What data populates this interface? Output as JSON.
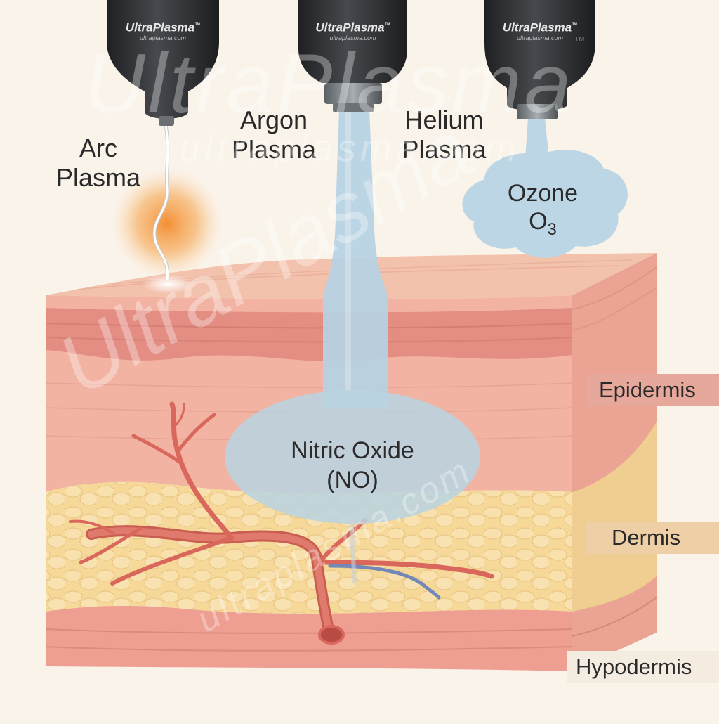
{
  "handpieces": {
    "brand_name": "UltraPlasma",
    "brand_tm": "™",
    "brand_url": "ultraplasma.com"
  },
  "plasma_labels": {
    "arc_line1": "Arc",
    "arc_line2": "Plasma",
    "argon_line1": "Argon",
    "argon_line2": "Plasma",
    "helium_line1": "Helium",
    "helium_line2": "Plasma"
  },
  "ozone": {
    "line1": "Ozone",
    "line2_base": "O",
    "line2_sub": "3"
  },
  "nitric_oxide": {
    "line1": "Nitric Oxide",
    "line2": "(NO)"
  },
  "layers": {
    "epidermis": "Epidermis",
    "dermis": "Dermis",
    "hypodermis": "Hypodermis"
  },
  "watermark": {
    "big": "UltraPlasma",
    "tm": "™",
    "url": "ultraplasma.com"
  },
  "colors": {
    "background": "#faf3ea",
    "skin_top": "#f3c2ad",
    "epidermis": "#eea596",
    "dermis_fat": "#f6d898",
    "vessel": "#d9675c",
    "plasma_blue": "#b6d3e4",
    "arc_glow": "#f39a3a",
    "handpiece": "#2f3134",
    "tag_epidermis": "#e6a89a",
    "tag_dermis": "#efcfa6",
    "tag_hypodermis": "#f4ebe1"
  }
}
